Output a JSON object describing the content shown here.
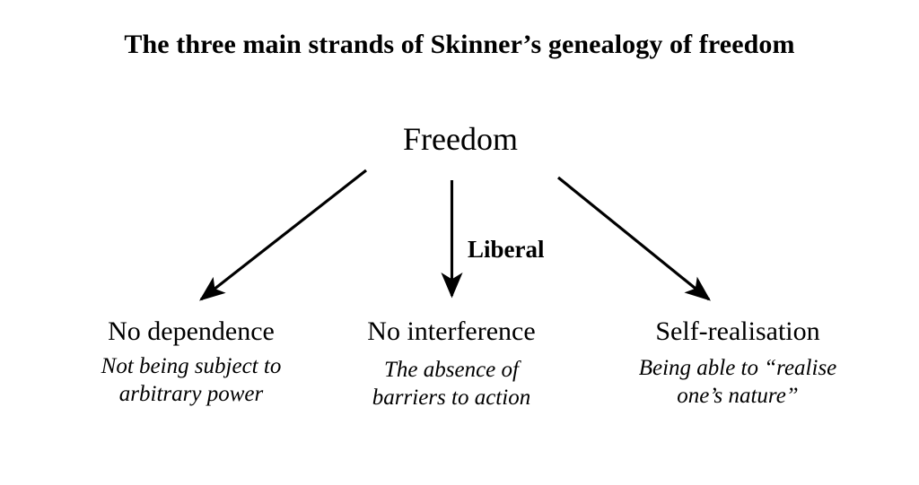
{
  "figure": {
    "title": "The three main strands of Skinner’s genealogy of freedom",
    "background_color": "#ffffff",
    "ink_color": "#000000",
    "root": {
      "label": "Freedom"
    },
    "edges": [
      {
        "name": "edge-left",
        "label": "",
        "direction": "down-left"
      },
      {
        "name": "edge-middle",
        "label": "Liberal",
        "direction": "down"
      },
      {
        "name": "edge-right",
        "label": "",
        "direction": "down-right"
      }
    ],
    "branches": [
      {
        "id": "no-dependence",
        "heading": "No dependence",
        "description_lines": [
          "Not being subject to",
          "arbitrary power"
        ]
      },
      {
        "id": "no-interference",
        "heading": "No interference",
        "description_lines": [
          "The absence of",
          "barriers to action"
        ]
      },
      {
        "id": "self-realisation",
        "heading": "Self-realisation",
        "description_lines": [
          "Being able to “realise",
          "one’s nature”"
        ]
      }
    ]
  }
}
